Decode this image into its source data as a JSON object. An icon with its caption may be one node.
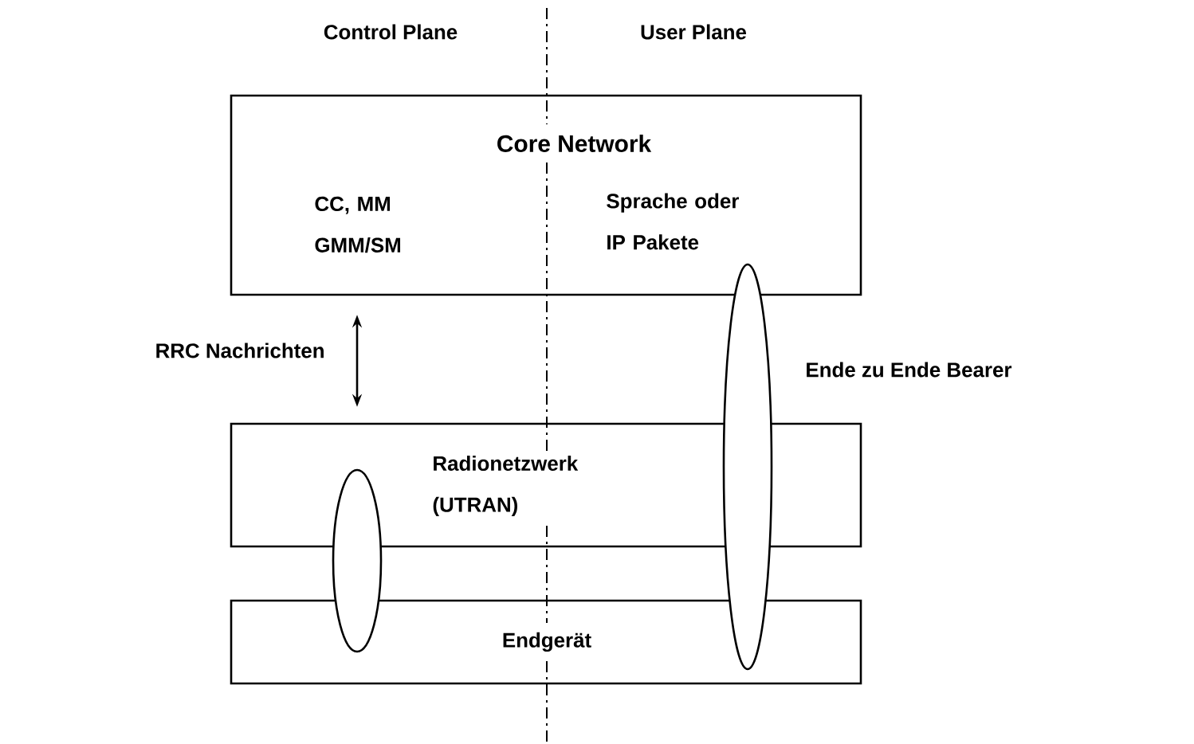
{
  "diagram": {
    "nodes": [
      {
        "text": [
          "Core Network",
          "CC, MM GMM/SM",
          "Sprache oder IP Pakete"
        ]
      },
      {
        "text": [
          "Radionetzwerk (UTRAN)"
        ]
      },
      {
        "text": [
          "Endgerät"
        ]
      },
      {
        "text": [],
        "shape": "ellipse"
      },
      {
        "text": [],
        "shape": "ellipse",
        "beside": [
          "Ende zu Ende Bearer"
        ]
      }
    ],
    "edges": [
      {
        "from": 0,
        "to": 1,
        "arrow": "both",
        "label": "RRC Nachrichten"
      }
    ],
    "labels": [
      "Control Plane",
      "User Plane"
    ]
  }
}
